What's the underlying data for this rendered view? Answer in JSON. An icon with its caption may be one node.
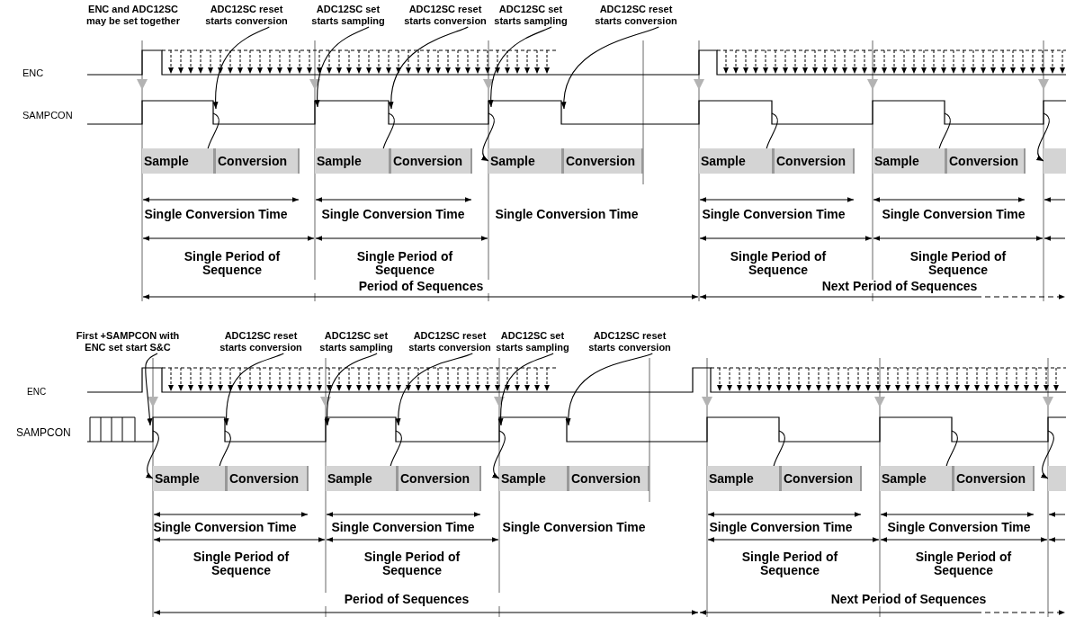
{
  "diagram": {
    "nodes": [
      {
        "text": [
          "ENC and ADC12SC may be set together"
        ]
      },
      {
        "text": [
          "ADC12SC reset starts conversion"
        ]
      },
      {
        "text": [
          "ADC12SC set starts sampling"
        ]
      },
      {
        "text": [
          "ADC12SC reset starts conversion"
        ]
      },
      {
        "text": [
          "ADC12SC set starts sampling"
        ]
      },
      {
        "text": [
          "ADC12SC reset starts conversion"
        ]
      },
      {
        "text": [
          "Sample"
        ]
      },
      {
        "text": [
          "Conversion"
        ]
      },
      {
        "text": [
          "Sample"
        ]
      },
      {
        "text": [
          "Conversion"
        ]
      },
      {
        "text": [
          "Sample"
        ]
      },
      {
        "text": [
          "Conversion"
        ]
      },
      {
        "text": [
          "Sample"
        ]
      },
      {
        "text": [
          "Conversion"
        ]
      },
      {
        "text": [
          "Sample"
        ]
      },
      {
        "text": [
          "Conversion"
        ]
      },
      {
        "text": [],
        "shape": "box"
      },
      {
        "text": [
          "First +SAMPCON with ENC set start S&C"
        ]
      },
      {
        "text": [
          "ADC12SC reset starts conversion"
        ]
      },
      {
        "text": [
          "ADC12SC set starts sampling"
        ]
      },
      {
        "text": [
          "ADC12SC reset starts conversion"
        ]
      },
      {
        "text": [
          "ADC12SC set starts sampling"
        ]
      },
      {
        "text": [
          "ADC12SC reset starts conversion"
        ]
      },
      {
        "text": [
          "Sample"
        ]
      },
      {
        "text": [
          "Conversion"
        ]
      },
      {
        "text": [
          "Sample"
        ]
      },
      {
        "text": [
          "Conversion"
        ]
      },
      {
        "text": [
          "Sample"
        ]
      },
      {
        "text": [
          "Conversion"
        ]
      },
      {
        "text": [
          "Sample"
        ]
      },
      {
        "text": [
          "Conversion"
        ]
      },
      {
        "text": [
          "Sample"
        ]
      },
      {
        "text": [
          "Conversion"
        ]
      },
      {
        "text": [],
        "shape": "box"
      }
    ],
    "edges": [
      {
        "from": 1,
        "to": null,
        "arrow": "to"
      },
      {
        "from": 2,
        "to": null,
        "arrow": "to"
      },
      {
        "from": 3,
        "to": null,
        "arrow": "to"
      },
      {
        "from": 4,
        "to": null,
        "arrow": "to"
      },
      {
        "from": 5,
        "to": null,
        "arrow": "to"
      },
      {
        "from": null,
        "to": 7,
        "arrow": "to"
      },
      {
        "from": null,
        "to": 9,
        "arrow": "to"
      },
      {
        "from": null,
        "to": 10,
        "arrow": "to"
      },
      {
        "from": null,
        "to": 13,
        "arrow": "to"
      },
      {
        "from": null,
        "to": 15,
        "arrow": "to"
      },
      {
        "from": null,
        "to": 16,
        "arrow": "to"
      },
      {
        "from": 17,
        "to": null,
        "arrow": "to"
      },
      {
        "from": 18,
        "to": null,
        "arrow": "to"
      },
      {
        "from": 19,
        "to": null,
        "arrow": "to"
      },
      {
        "from": 20,
        "to": null,
        "arrow": "to"
      },
      {
        "from": 21,
        "to": null,
        "arrow": "to"
      },
      {
        "from": 22,
        "to": null,
        "arrow": "to"
      },
      {
        "from": null,
        "to": 23,
        "arrow": "to"
      },
      {
        "from": null,
        "to": 24,
        "arrow": "to"
      },
      {
        "from": null,
        "to": 26,
        "arrow": "to"
      },
      {
        "from": null,
        "to": 27,
        "arrow": "to"
      },
      {
        "from": null,
        "to": 30,
        "arrow": "to"
      },
      {
        "from": null,
        "to": 32,
        "arrow": "to"
      },
      {
        "from": null,
        "to": 33,
        "arrow": "to"
      }
    ],
    "labels": [
      "ENC",
      "SAMPCON",
      "Single Conversion Time",
      "Single Conversion Time",
      "Single Conversion Time",
      "Single Conversion Time",
      "Single Conversion Time",
      "Single Period of Sequence",
      "Single Period of Sequence",
      "Single Period of Sequence",
      "Single Period of Sequence",
      "Period of Sequences",
      "Next Period of Sequences",
      "ENC",
      "SAMPCON",
      "Single Conversion Time",
      "Single Conversion Time",
      "Single Conversion Time",
      "Single Conversion Time",
      "Single Conversion Time",
      "Single Period of Sequence",
      "Single Period of Sequence",
      "Single Period of Sequence",
      "Single Period of Sequence",
      "Period of Sequences",
      "Next Period of Sequences"
    ]
  }
}
